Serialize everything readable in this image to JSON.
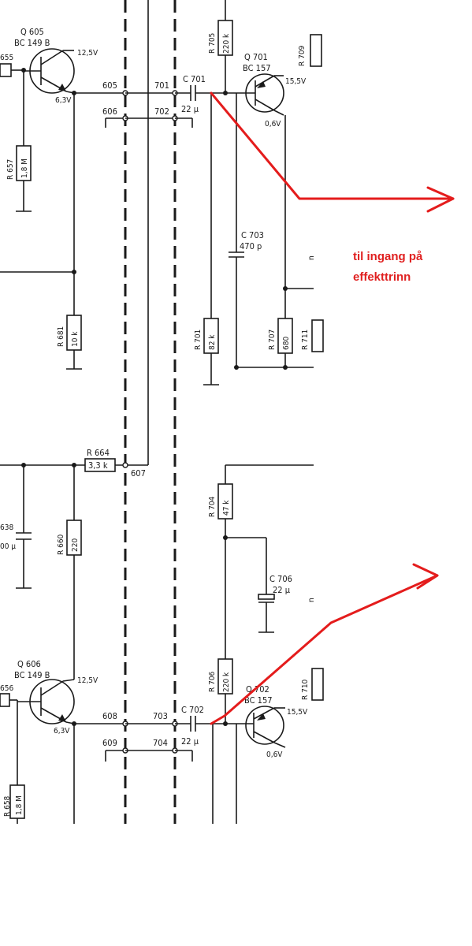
{
  "annotation": {
    "line1": "til ingang på",
    "line2": "effekttrinn",
    "color": "#e02020"
  },
  "transistors": {
    "q605": {
      "ref": "Q 605",
      "type": "BC 149 B",
      "vc": "12,5V",
      "ve": "6,3V"
    },
    "q606": {
      "ref": "Q 606",
      "type": "BC 149 B",
      "vc": "12,5V",
      "ve": "6,3V"
    },
    "q701": {
      "ref": "Q 701",
      "type": "BC 157",
      "ve": "15,5V",
      "vb": "0,6V"
    },
    "q702": {
      "ref": "Q 702",
      "type": "BC 157",
      "ve": "15,5V",
      "vb": "0,6V"
    }
  },
  "resistors": {
    "r655": "655",
    "r656": "656",
    "r657": {
      "ref": "R 657",
      "value": "1,8 M"
    },
    "r658": {
      "ref": "R 658",
      "value": "1,8 M"
    },
    "r681": {
      "ref": "R 681",
      "value": "10 k"
    },
    "r664": {
      "ref": "R 664",
      "value": "3,3 k"
    },
    "r660": {
      "ref": "R 660",
      "value": "220"
    },
    "r705": {
      "ref": "R 705",
      "value": "220 k"
    },
    "r706": {
      "ref": "R 706",
      "value": "220 k"
    },
    "r701": {
      "ref": "R 701",
      "value": "82 k"
    },
    "r707": {
      "ref": "R 707",
      "value": "680"
    },
    "r704": {
      "ref": "R 704",
      "value": "47 k"
    },
    "r709": "R 709",
    "r710": "R 710",
    "r711": "R 711"
  },
  "capacitors": {
    "c701": {
      "ref": "C 701",
      "value": "22 µ"
    },
    "c702": {
      "ref": "C 702",
      "value": "22 µ"
    },
    "c703": {
      "ref": "C 703",
      "value": "470 p"
    },
    "c706": {
      "ref": "C 706",
      "value": "22 µ"
    },
    "c638": {
      "ref": "638",
      "value": "00 µ"
    }
  },
  "nodes": {
    "n605": "605",
    "n606": "606",
    "n607": "607",
    "n608": "608",
    "n609": "609",
    "n701": "701",
    "n702": "702",
    "n703": "703",
    "n704": "704"
  },
  "edge_marks": {
    "m1": "n",
    "m2": "n"
  }
}
